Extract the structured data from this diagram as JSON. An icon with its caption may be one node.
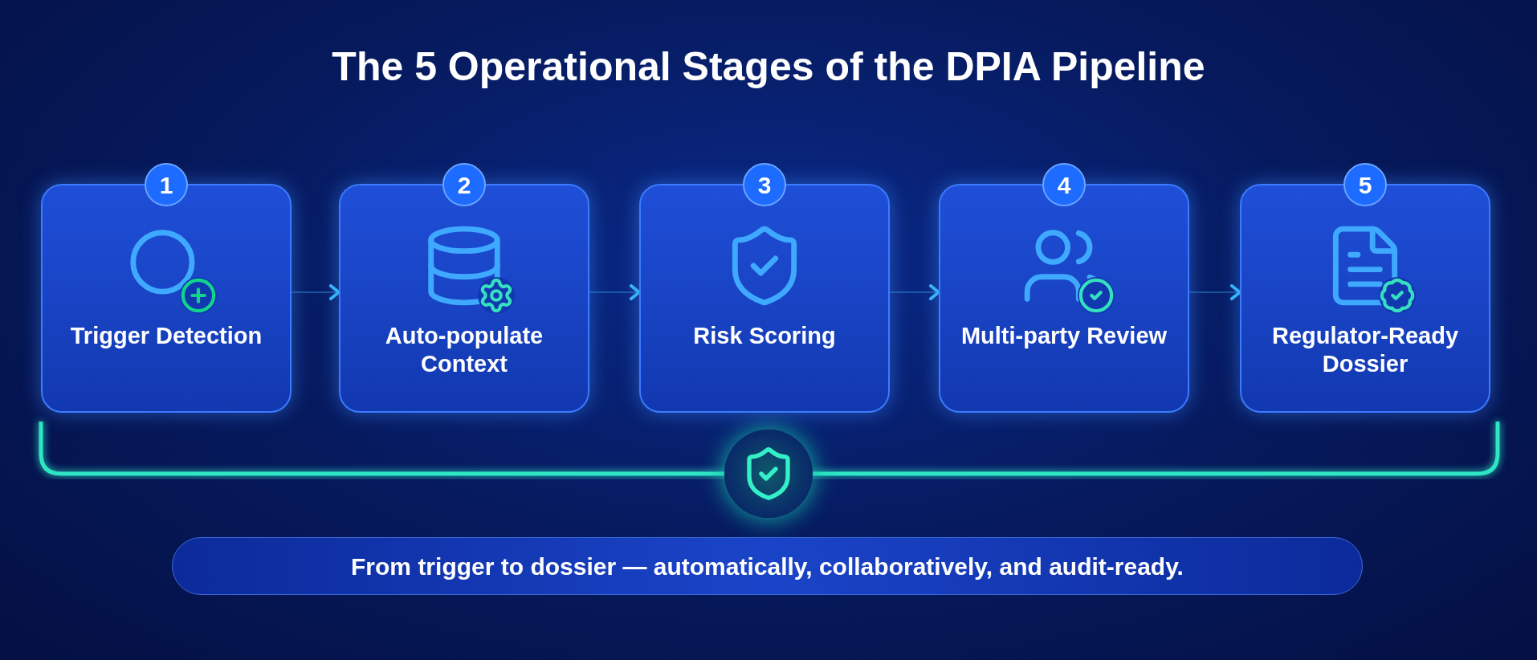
{
  "diagram": {
    "title": "The 5 Operational Stages of the DPIA Pipeline",
    "nodes": [
      {
        "text": [
          "1",
          "Trigger Detection"
        ]
      },
      {
        "text": [
          "2",
          "Auto-populate Context"
        ]
      },
      {
        "text": [
          "3",
          "Risk Scoring"
        ]
      },
      {
        "text": [
          "4",
          "Multi-party Review"
        ]
      },
      {
        "text": [
          "5",
          "Regulator-Ready Dossier"
        ]
      }
    ],
    "edges": [
      {
        "from": 0,
        "to": 1,
        "arrow": "to"
      },
      {
        "from": 1,
        "to": 2,
        "arrow": "to"
      },
      {
        "from": 2,
        "to": 3,
        "arrow": "to"
      },
      {
        "from": 3,
        "to": 4,
        "arrow": "to"
      }
    ],
    "caption": "From trigger to dossier — automatically, collaboratively, and audit-ready."
  }
}
